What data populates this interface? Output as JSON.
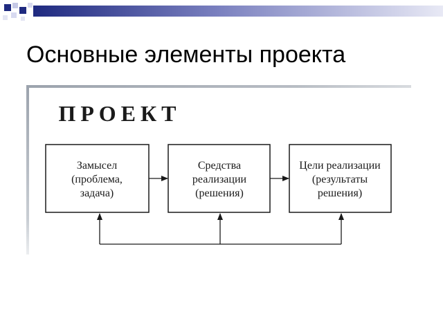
{
  "slide": {
    "title": "Основные элементы проекта"
  },
  "diagram": {
    "heading": "ПРОЕКТ",
    "boxes": [
      {
        "id": "idea",
        "lines": [
          "Замысел",
          "(проблема,",
          "задача)"
        ]
      },
      {
        "id": "means",
        "lines": [
          "Средства",
          "реализации",
          "(решения)"
        ]
      },
      {
        "id": "goals",
        "lines": [
          "Цели реализации",
          "(результаты",
          "решения)"
        ]
      }
    ]
  },
  "colors": {
    "deco_dark": "#1f2a80",
    "deco_light": "#d8daf0",
    "line": "#1a1a1a"
  }
}
